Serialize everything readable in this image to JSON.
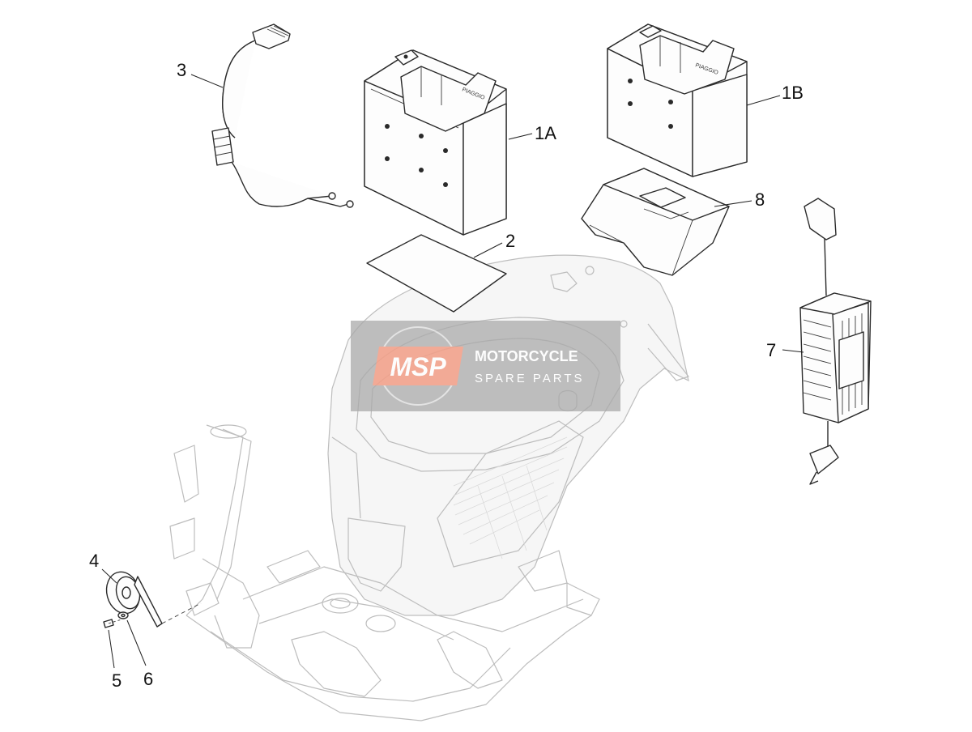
{
  "diagram": {
    "callouts": {
      "c1A": "1A",
      "c1B": "1B",
      "c2": "2",
      "c3": "3",
      "c4": "4",
      "c5": "5",
      "c6": "6",
      "c7": "7",
      "c8": "8"
    },
    "battery_brand": "PIAGGIO"
  },
  "watermark": {
    "logo": "MSP",
    "line1": "MOTORCYCLE",
    "line2": "SPARE PARTS",
    "accent_color": "#f2a089",
    "band_color": "#a9a9a9"
  }
}
